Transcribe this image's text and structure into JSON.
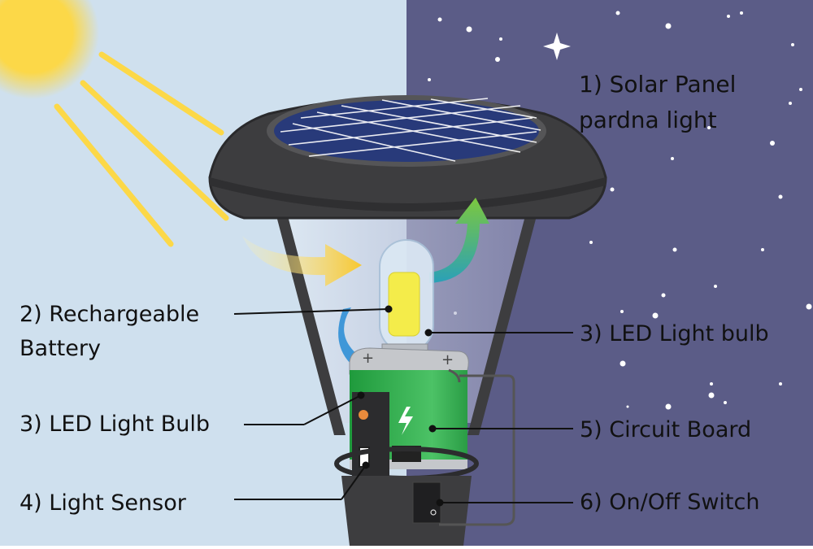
{
  "colors": {
    "day_sky": "#cfe0ee",
    "night_sky": "#5b5c87",
    "sun": "#fcd848",
    "lamp_dark": "#3d3d3f",
    "panel_blue": "#283a7a",
    "battery_green": "#2fae4a",
    "led_yellow": "#f4ec4a",
    "arrow_yellow": "#f8c830",
    "arrow_blue": "#2f8fd6",
    "arrow_green": "#6cc04a"
  },
  "labels": {
    "solar_panel": "1) Solar Panel\npardna light",
    "rechargeable_battery": "2) Rechargeable\nBattery",
    "led_bulb_left": "3) LED Light Bulb",
    "light_sensor": "4) Light Sensor",
    "led_bulb_right": "3) LED Light bulb",
    "circuit_board": "5) Circuit Board",
    "switch": "6) On/Off Switch"
  },
  "battery": {
    "plus_left": "+",
    "plus_right": "+"
  }
}
